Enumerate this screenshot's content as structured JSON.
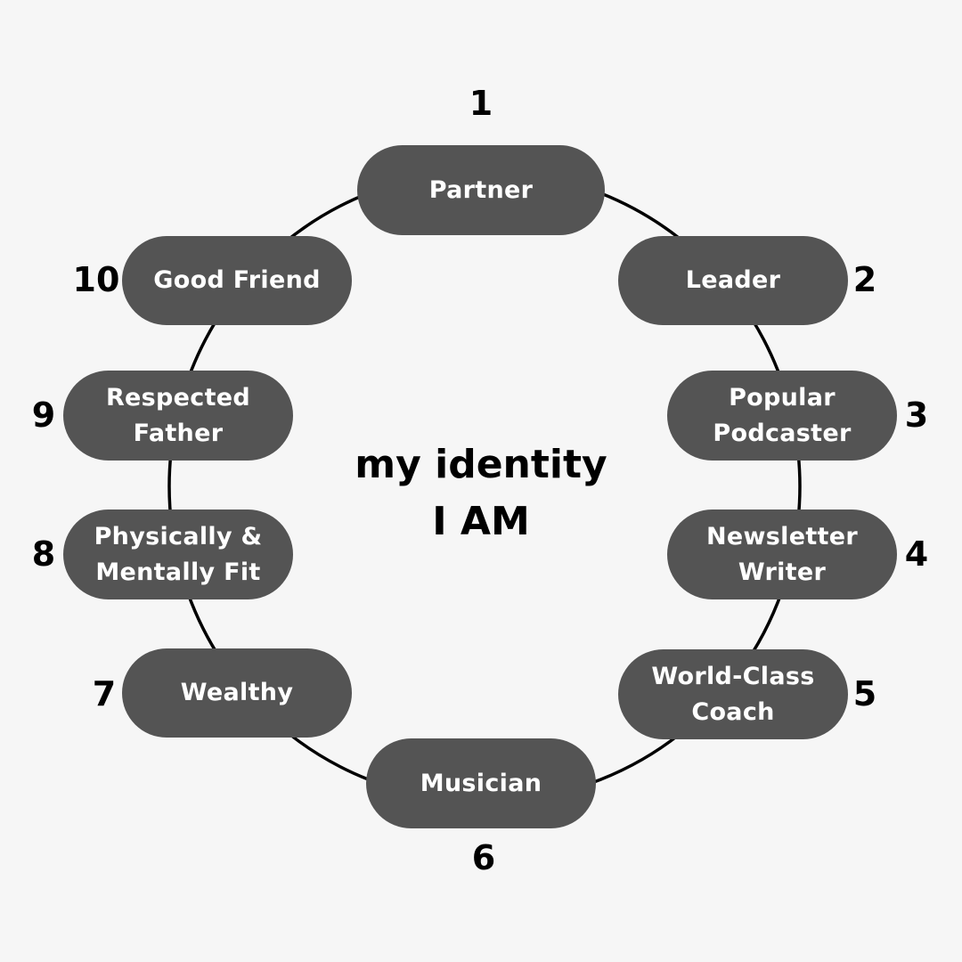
{
  "center": {
    "line1": "my identity",
    "line2": "I AM"
  },
  "items": [
    {
      "number": "1",
      "line1": "Partner",
      "line2": ""
    },
    {
      "number": "2",
      "line1": "Leader",
      "line2": ""
    },
    {
      "number": "3",
      "line1": "Popular",
      "line2": "Podcaster"
    },
    {
      "number": "4",
      "line1": "Newsletter",
      "line2": "Writer"
    },
    {
      "number": "5",
      "line1": "World-Class",
      "line2": "Coach"
    },
    {
      "number": "6",
      "line1": "Musician",
      "line2": ""
    },
    {
      "number": "7",
      "line1": "Wealthy",
      "line2": ""
    },
    {
      "number": "8",
      "line1": "Physically &",
      "line2": "Mentally Fit"
    },
    {
      "number": "9",
      "line1": "Respected",
      "line2": "Father"
    },
    {
      "number": "10",
      "line1": "Good Friend",
      "line2": ""
    }
  ],
  "colors": {
    "background": "#f6f6f6",
    "pill": "#545454",
    "pill_text": "#ffffff",
    "ring": "#000000"
  }
}
